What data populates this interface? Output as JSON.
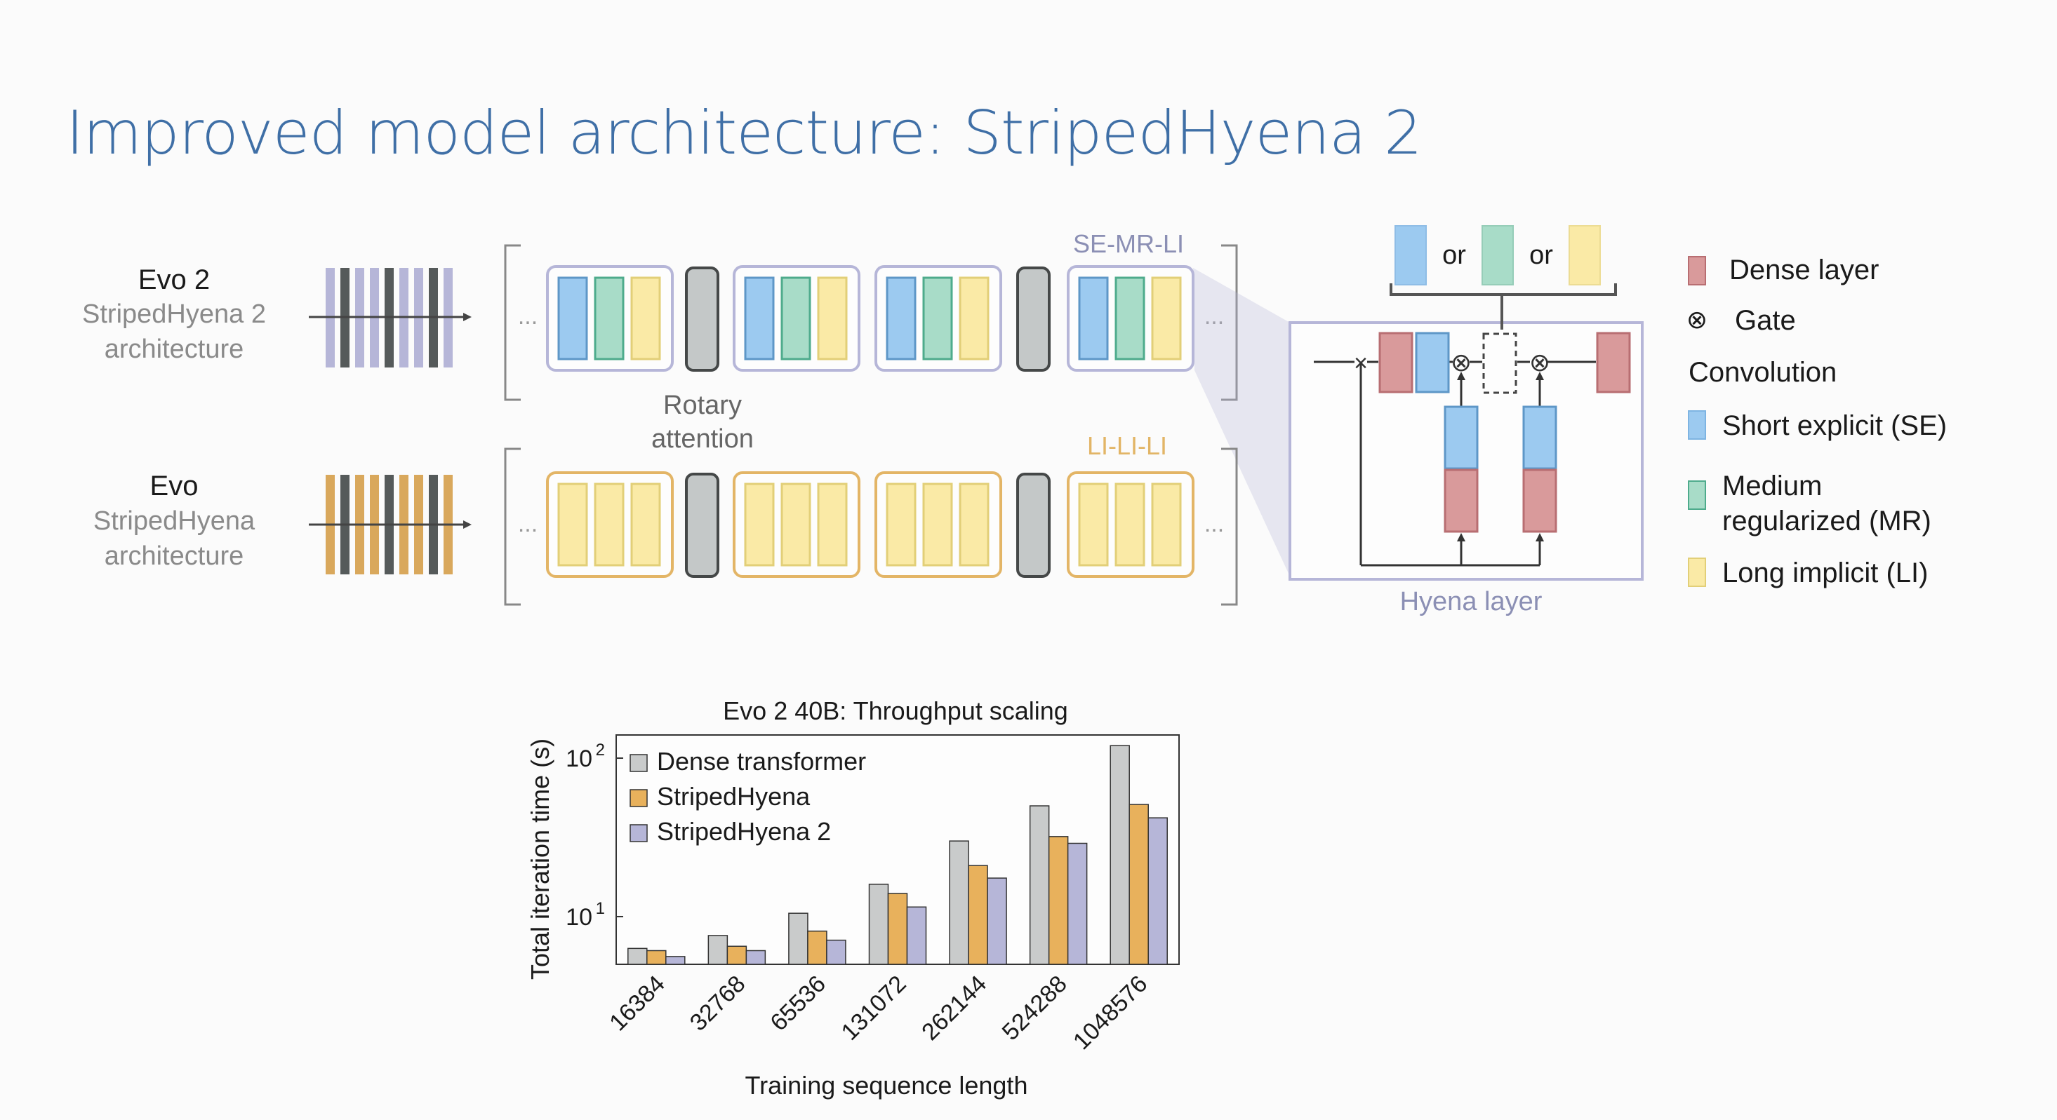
{
  "slide": {
    "title": "Improved model architecture: StripedHyena 2"
  },
  "evo2": {
    "name": "Evo 2",
    "arch_line1": "StripedHyena 2",
    "arch_line2": "architecture"
  },
  "evo": {
    "name": "Evo",
    "arch_line1": "StripedHyena",
    "arch_line2": "architecture"
  },
  "diagram": {
    "ellipsis": "...",
    "rotary_line1": "Rotary",
    "rotary_line2": "attention",
    "pattern_top": "SE-MR-LI",
    "pattern_bottom": "LI-LI-LI",
    "or_label": "or",
    "hyena_layer": "Hyena layer",
    "multiply_symbol": "×",
    "gate_symbol": "⊗"
  },
  "legend": {
    "dense": "Dense layer",
    "gate": "Gate",
    "convolution": "Convolution",
    "se": "Short explicit (SE)",
    "mr_line1": "Medium",
    "mr_line2": "regularized (MR)",
    "li": "Long implicit (LI)"
  },
  "colors": {
    "title": "#3f6fa6",
    "se": "#9ccaf0",
    "mr": "#a8dcc8",
    "li": "#faeaa6",
    "dense": "#d99a9b",
    "attention": "#c4c8c8",
    "hyena_box": "#b6b6d8",
    "evo_orange": "#d9a85c"
  },
  "chart_data": {
    "type": "bar",
    "title": "Evo 2 40B: Throughput scaling",
    "xlabel": "Training sequence length",
    "ylabel": "Total iteration time (s)",
    "yscale": "log",
    "ylim": [
      5,
      140
    ],
    "yticks": [
      {
        "value": 10,
        "base": "10",
        "exp": "1"
      },
      {
        "value": 100,
        "base": "10",
        "exp": "2"
      }
    ],
    "categories": [
      "16384",
      "32768",
      "65536",
      "131072",
      "262144",
      "524288",
      "1048576"
    ],
    "series": [
      {
        "name": "Dense transformer",
        "color": "#c9cbcb",
        "values": [
          6.3,
          7.6,
          10.5,
          16,
          30,
          50,
          120
        ]
      },
      {
        "name": "StripedHyena",
        "color": "#e8b15c",
        "values": [
          6.1,
          6.5,
          8.1,
          14,
          21,
          32,
          51
        ]
      },
      {
        "name": "StripedHyena 2",
        "color": "#b6b6d8",
        "values": [
          5.6,
          6.1,
          7.1,
          11.5,
          17.5,
          29,
          42
        ]
      }
    ],
    "legend_position": "top-left",
    "grid": false
  }
}
